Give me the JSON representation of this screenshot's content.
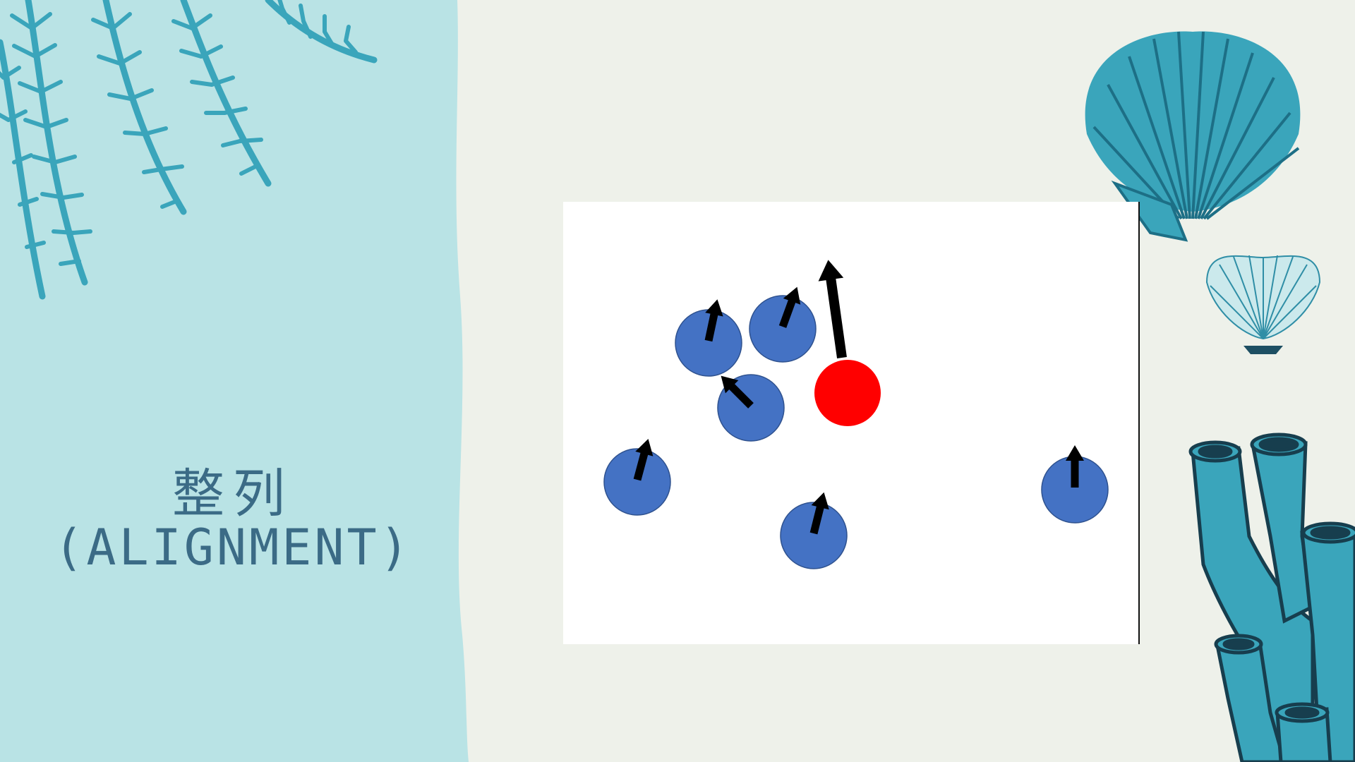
{
  "slide": {
    "title": "整列",
    "subtitle": "(ALIGNMENT)"
  },
  "diagram": {
    "focus_agent": {
      "color": "#ff0000",
      "heading_deg": -8,
      "arrow": "long"
    },
    "neighbor_agents": [
      {
        "color": "#4472c4",
        "heading_deg": 12
      },
      {
        "color": "#4472c4",
        "heading_deg": 20
      },
      {
        "color": "#4472c4",
        "heading_deg": -45
      },
      {
        "color": "#4472c4",
        "heading_deg": 15
      },
      {
        "color": "#4472c4",
        "heading_deg": 14
      },
      {
        "color": "#4472c4",
        "heading_deg": 0
      }
    ]
  },
  "decorations": [
    "seaweed-icon",
    "scallop-shell-icon",
    "small-shell-icon",
    "tube-coral-icon"
  ],
  "colors": {
    "background": "#eef1ea",
    "panel": "#b9e3e5",
    "decor": "#3aa5bb",
    "title": "#3b6b86"
  }
}
